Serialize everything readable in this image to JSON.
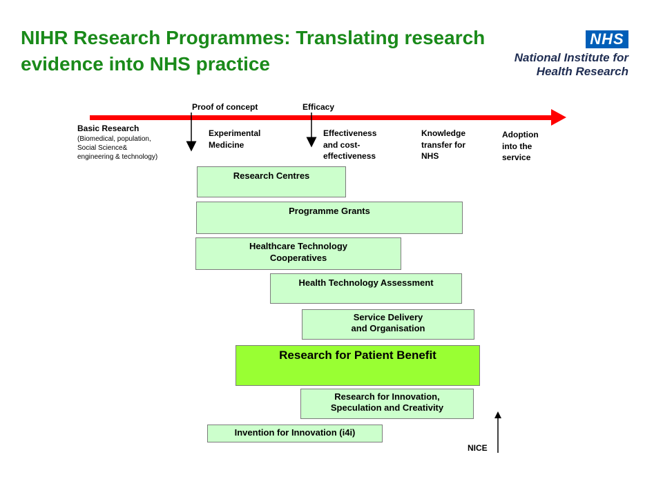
{
  "title": "NIHR Research Programmes: Translating research evidence into NHS practice",
  "logo": {
    "badge": "NHS",
    "line1": "National Institute for",
    "line2": "Health Research"
  },
  "timeline": {
    "markers": {
      "proof_of_concept": "Proof of concept",
      "efficacy": "Efficacy"
    },
    "stages": {
      "basic_research": "Basic Research",
      "basic_research_detail_1": "(Biomedical, population,",
      "basic_research_detail_2": "Social Science&",
      "basic_research_detail_3": "engineering & technology)",
      "experimental_medicine_1": "Experimental",
      "experimental_medicine_2": "Medicine",
      "effectiveness_1": "Effectiveness",
      "effectiveness_2": "and cost-",
      "effectiveness_3": "effectiveness",
      "knowledge_1": "Knowledge",
      "knowledge_2": "transfer for",
      "knowledge_3": "NHS",
      "adoption_1": "Adoption",
      "adoption_2": "into the",
      "adoption_3": "service"
    },
    "nice": "NICE"
  },
  "programmes": {
    "research_centres": "Research Centres",
    "programme_grants": "Programme Grants",
    "htc_1": "Healthcare Technology",
    "htc_2": "Cooperatives",
    "hta": "Health Technology Assessment",
    "sdo_1": "Service Delivery",
    "sdo_2": "and Organisation",
    "rfpb": "Research for Patient Benefit",
    "risc_1": "Research for Innovation,",
    "risc_2": "Speculation and Creativity",
    "i4i": "Invention for Innovation (i4i)"
  },
  "colors": {
    "title_green": "#1a8a1a",
    "arrow_red": "#ff0000",
    "box_light_green": "#ccffcc",
    "box_bright_green": "#99ff33",
    "nhs_blue": "#005eb8"
  }
}
